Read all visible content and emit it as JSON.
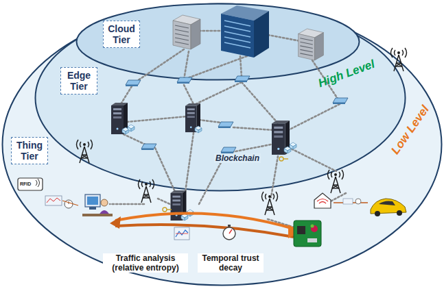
{
  "diagram": {
    "nodes": [
      {
        "text": [
          "Thing Tier",
          "Low Level"
        ]
      },
      {
        "text": [
          "Edge Tier",
          "High Level",
          "Blockchain"
        ],
        "in": 0
      },
      {
        "text": [
          "Cloud Tier"
        ],
        "in": 1
      }
    ],
    "labels": [
      "Traffic analysis (relative entropy)",
      "Temporal trust decay",
      "RFID"
    ]
  }
}
